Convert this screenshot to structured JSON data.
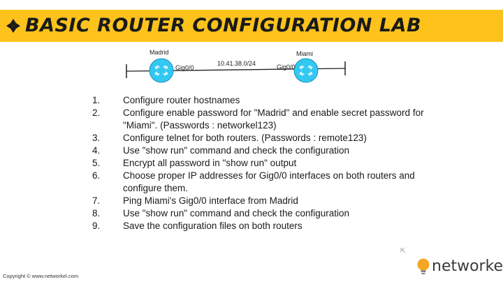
{
  "banner": {
    "title": "BASIC ROUTER CONFIGURATION LAB",
    "color": "#fdc31c",
    "bullet_icon": "diamond-bullet-icon"
  },
  "diagram": {
    "router_left": {
      "name": "Madrid",
      "interface": "Gig0/0"
    },
    "router_right": {
      "name": "Miami",
      "interface": "Gig0/0"
    },
    "network": "10.41.38.0/24",
    "router_color": "#33c8f2"
  },
  "tasks": [
    {
      "num": "1.",
      "text": "Configure router hostnames"
    },
    {
      "num": "2.",
      "text": "Configure enable password for \"Madrid\" and enable secret password for \"Miami\". (Passwords : networkel123)"
    },
    {
      "num": "3.",
      "text": "Configure telnet for both routers. (Passwords : remote123)"
    },
    {
      "num": "4.",
      "text": "Use \"show run\" command and check the configuration"
    },
    {
      "num": "5.",
      "text": "Encrypt all password in \"show run\" output"
    },
    {
      "num": "6.",
      "text": "Choose proper IP addresses for Gig0/0 interfaces on both routers and configure them."
    },
    {
      "num": "7.",
      "text": "Ping Miami's Gig0/0 interface from Madrid"
    },
    {
      "num": "8.",
      "text": "Use \"show run\" command and check the configuration"
    },
    {
      "num": "9.",
      "text": "Save the configuration files on both routers"
    }
  ],
  "footer": {
    "copyright": "Copyright © www.networkel.com"
  },
  "brand": {
    "name": "networkel",
    "accent": "#f5a623"
  }
}
